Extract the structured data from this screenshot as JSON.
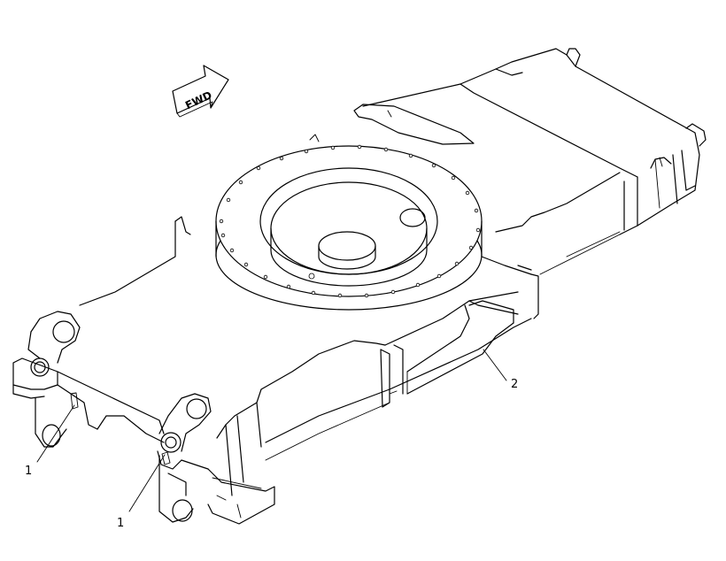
{
  "direction_arrow": {
    "label": "FWD"
  },
  "callouts": [
    {
      "id": "callout-1a",
      "label": "1"
    },
    {
      "id": "callout-1b",
      "label": "1"
    },
    {
      "id": "callout-2",
      "label": "2"
    }
  ]
}
